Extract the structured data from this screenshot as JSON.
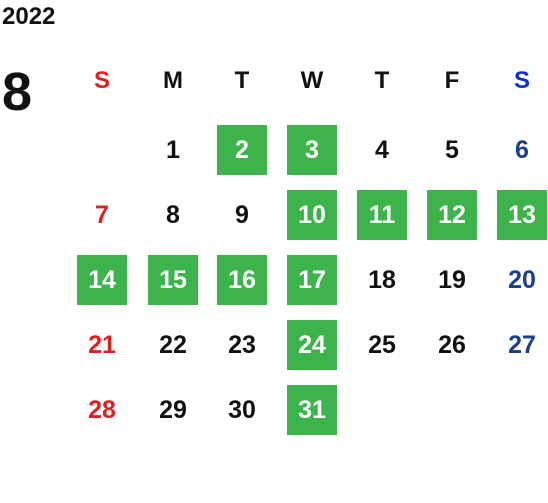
{
  "year": "2022",
  "month": "8",
  "weekdays": [
    "S",
    "M",
    "T",
    "W",
    "T",
    "F",
    "S"
  ],
  "colors": {
    "highlight_bg": "#3cb44b",
    "sunday": "#e02020",
    "saturday_header": "#1030d0",
    "saturday": "#1a3f8f"
  },
  "first_weekday_index": 1,
  "days": [
    "1",
    "2",
    "3",
    "4",
    "5",
    "6",
    "7",
    "8",
    "9",
    "10",
    "11",
    "12",
    "13",
    "14",
    "15",
    "16",
    "17",
    "18",
    "19",
    "20",
    "21",
    "22",
    "23",
    "24",
    "25",
    "26",
    "27",
    "28",
    "29",
    "30",
    "31"
  ],
  "highlighted_days": [
    2,
    3,
    10,
    11,
    12,
    13,
    14,
    15,
    16,
    17,
    24,
    31
  ]
}
